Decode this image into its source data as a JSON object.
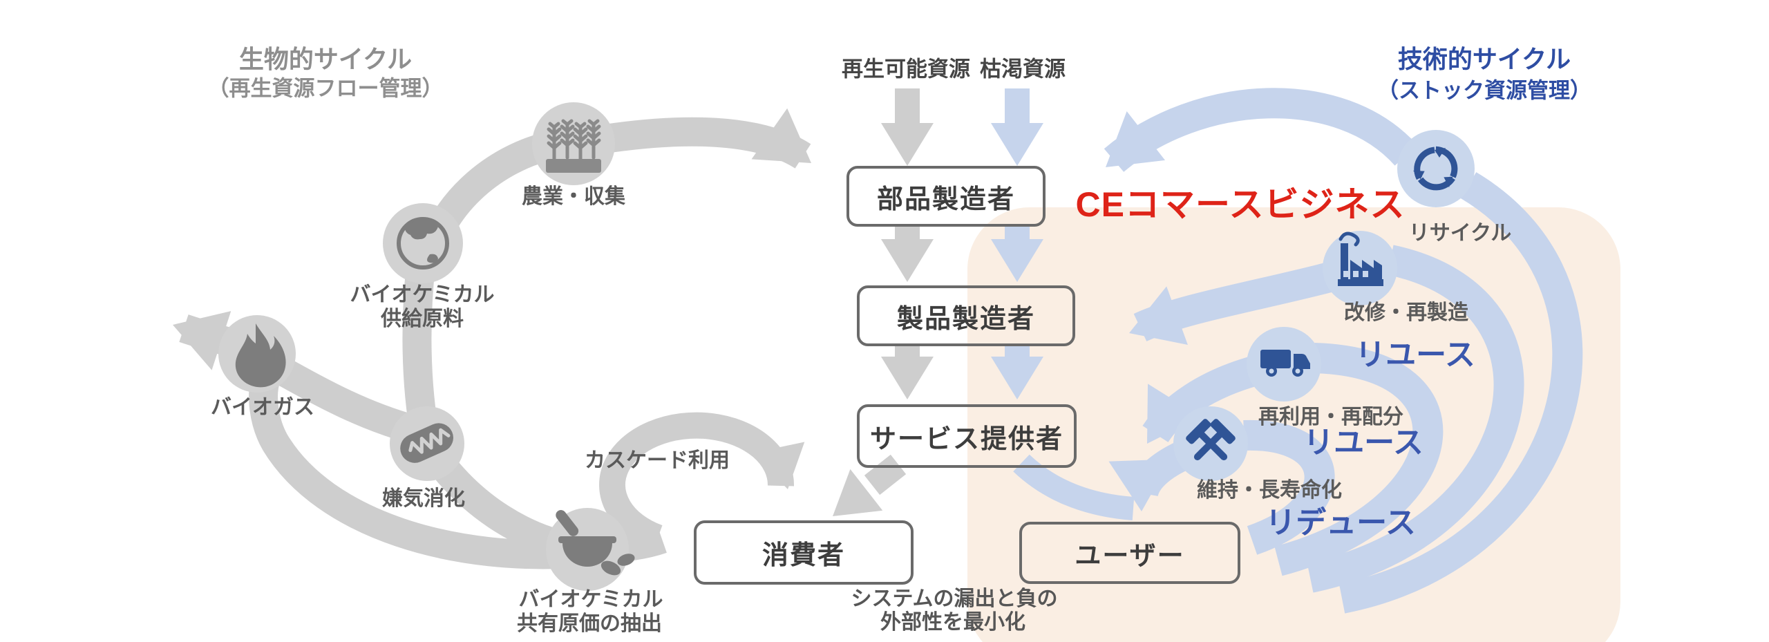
{
  "bio_title": {
    "line1": "生物的サイクル",
    "line2": "（再生資源フロー管理）"
  },
  "tech_title": {
    "line1": "技術的サイクル",
    "line2": "（ストック資源管理）"
  },
  "resources": {
    "renewable": "再生可能資源",
    "finite": "枯渇資源"
  },
  "ce_label": "CEコマースビジネス",
  "nodes": {
    "parts": "部品製造者",
    "product": "製品製造者",
    "service": "サービス提供者",
    "consumer": "消費者",
    "user": "ユーザー"
  },
  "bio_cycle": {
    "agriculture": "農業・収集",
    "feedstock_line1": "バイオケミカル",
    "feedstock_line2": "供給原料",
    "biogas": "バイオガス",
    "anaerobic": "嫌気消化",
    "cascade": "カスケード利用",
    "extraction_line1": "バイオケミカル",
    "extraction_line2": "共有原価の抽出"
  },
  "tech_cycle": {
    "recycle": "リサイクル",
    "refurbish": "改修・再製造",
    "reuse_upper": "リユース",
    "redistribute": "再利用・再配分",
    "reuse_lower": "リユース",
    "maintain": "維持・長寿命化",
    "reduce": "リデュース"
  },
  "footer": {
    "line1": "システムの漏出と負の",
    "line2": "外部性を最小化"
  },
  "colors": {
    "red_accent": "#de2318",
    "tech_blue": "#2e4da3",
    "keyword_blue": "#3a57ad",
    "arc_gray": "#cecece",
    "arc_blue": "#c6d4ec",
    "icon_gray": "#7d7d7d",
    "icon_blue": "#2f5496",
    "panel_peach": "#faeee3"
  }
}
